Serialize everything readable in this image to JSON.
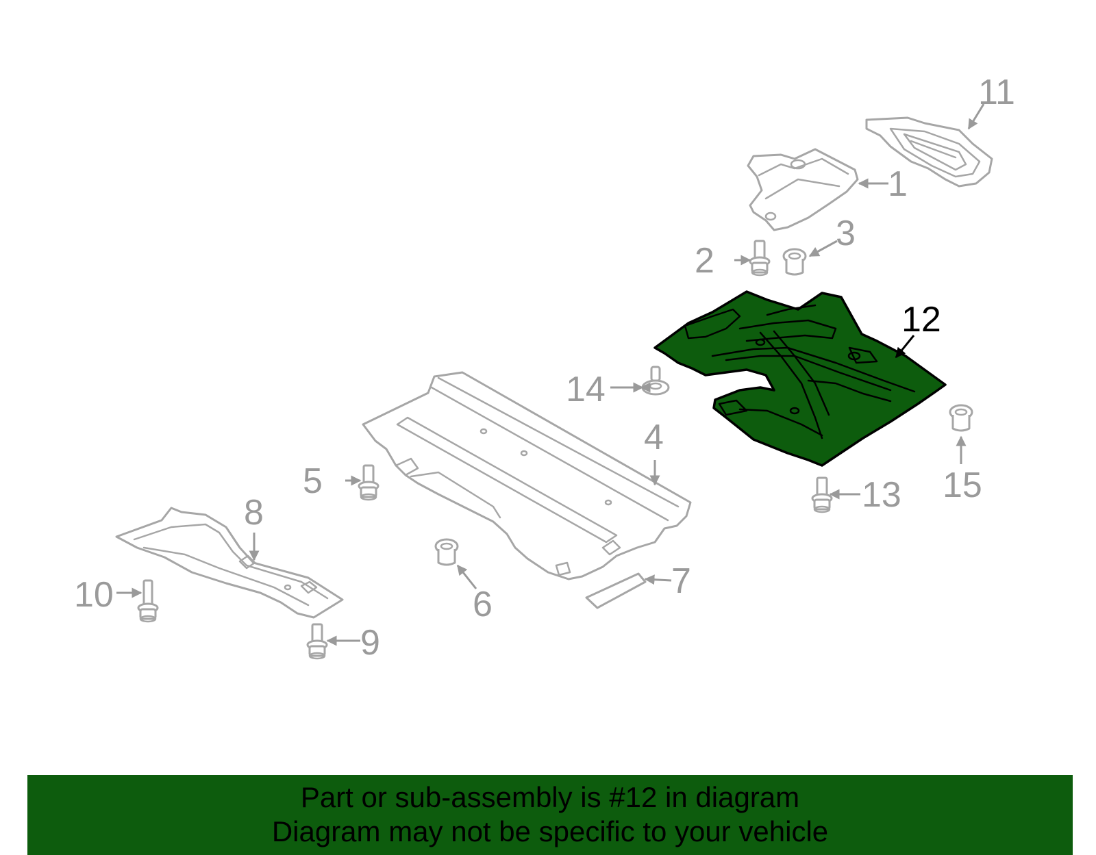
{
  "callouts": {
    "c1": "1",
    "c2": "2",
    "c3": "3",
    "c4": "4",
    "c5": "5",
    "c6": "6",
    "c7": "7",
    "c8": "8",
    "c9": "9",
    "c10": "10",
    "c11": "11",
    "c12": "12",
    "c13": "13",
    "c14": "14",
    "c15": "15"
  },
  "highlighted_part": "12",
  "colors": {
    "highlight_fill": "#0d5c0d",
    "part_outline": "#a6a6a6",
    "callout_text": "#9a9a9a",
    "banner_bg": "#0d5c0d"
  },
  "banner": {
    "line1": "Part or sub-assembly is #12 in diagram",
    "line2": "Diagram may not be specific to your vehicle"
  }
}
